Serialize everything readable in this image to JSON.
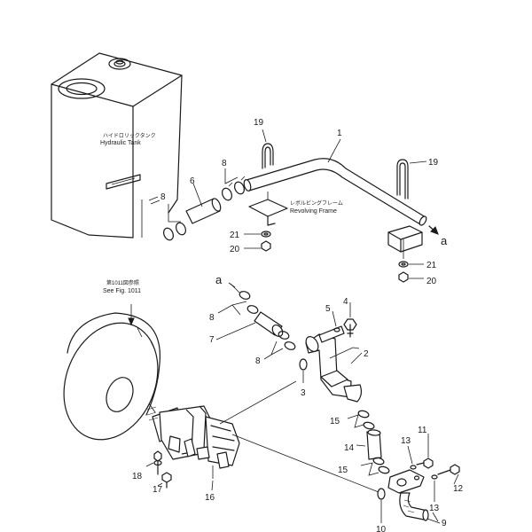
{
  "labels": {
    "tank_jp": "ハイドロリックタンク",
    "tank_en": "Hydraulic Tank",
    "frame_jp": "レボルビングフレーム",
    "frame_en": "Revolving Frame",
    "fig_jp": "第1011図参照",
    "fig_en": "See Fig. 1011",
    "connector_a": "a"
  },
  "parts": {
    "p1": "1",
    "p2": "2",
    "p3": "3",
    "p4": "4",
    "p5": "5",
    "p6": "6",
    "p7": "7",
    "p8": "8",
    "p9": "9",
    "p10": "10",
    "p11": "11",
    "p12": "12",
    "p13": "13",
    "p14": "14",
    "p15": "15",
    "p16": "16",
    "p17": "17",
    "p18": "18",
    "p19": "19",
    "p20": "20",
    "p21": "21"
  }
}
